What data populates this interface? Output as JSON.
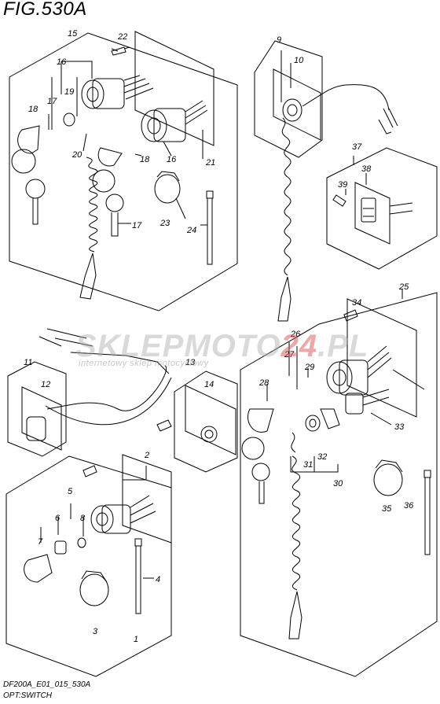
{
  "title": "FIG.530A",
  "footer": {
    "code": "DF200A_E01_015_530A",
    "name": "OPT:SWITCH"
  },
  "watermark": {
    "brand": "SKLEPMOTO",
    "brand_highlight": "24",
    "brand_suffix": ".PL",
    "tagline": "internetowy sklep motocyklowy",
    "colors": {
      "brand": "#aaaaaa",
      "highlight": "#dc5050"
    }
  },
  "callouts": {
    "p1": "1",
    "p2": "2",
    "p3": "3",
    "p4": "4",
    "p5": "5",
    "p6": "6",
    "p7": "7",
    "p8": "8",
    "p9": "9",
    "p10": "10",
    "p11": "11",
    "p12": "12",
    "p13": "13",
    "p14": "14",
    "p15": "15",
    "p16a": "16",
    "p16b": "16",
    "p17a": "17",
    "p17b": "17",
    "p18a": "18",
    "p18b": "18",
    "p19": "19",
    "p20": "20",
    "p21": "21",
    "p22": "22",
    "p23": "23",
    "p24": "24",
    "p25": "25",
    "p26": "26",
    "p27": "27",
    "p28": "28",
    "p29": "29",
    "p30": "30",
    "p31": "31",
    "p32": "32",
    "p33": "33",
    "p34": "34",
    "p35": "35",
    "p36": "36",
    "p37": "37",
    "p38": "38",
    "p39": "39"
  }
}
